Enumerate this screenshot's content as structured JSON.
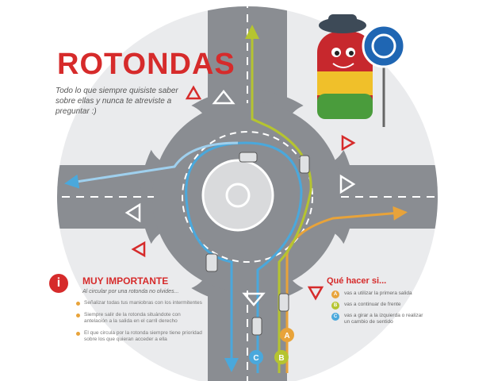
{
  "header": {
    "title": "ROTONDAS",
    "subtitle": "Todo lo que siempre quisiste saber sobre ellas y nunca te atreviste a preguntar :)"
  },
  "important": {
    "icon_letter": "i",
    "title": "MUY IMPORTANTE",
    "intro": "Al circular por una rotonda no olvides...",
    "items": [
      {
        "text": "Señalizar todas tus maniobras con los intermitentes"
      },
      {
        "text": "Siempre salir de la rotonda situándote con antelación a la salida en el carril derecho"
      },
      {
        "text": "El que circula por la rotonda siempre tiene prioridad sobre los que quieran acceder a ella"
      }
    ]
  },
  "que_hacer": {
    "title": "Qué hacer si...",
    "items": [
      {
        "letter": "A",
        "color": "#e8a33a",
        "text": "vas a utilizar la primera salida"
      },
      {
        "letter": "B",
        "color": "#b5c430",
        "text": "vas a continuar de frente"
      },
      {
        "letter": "C",
        "color": "#4aa8dc",
        "text": "vas a girar a la izquierda o realizar un cambio de sentido"
      }
    ]
  },
  "lane_labels": {
    "a": "A",
    "b": "B",
    "c": "C"
  },
  "colors": {
    "red": "#d62b2b",
    "route_a": "#e8a33a",
    "route_b": "#b5c430",
    "route_c": "#4aa8dc",
    "road": "#8a8d92",
    "ground": "#e9eaec"
  },
  "icons": [
    "roundabout-sign-icon",
    "yield-triangle-icon",
    "mascot-character"
  ]
}
